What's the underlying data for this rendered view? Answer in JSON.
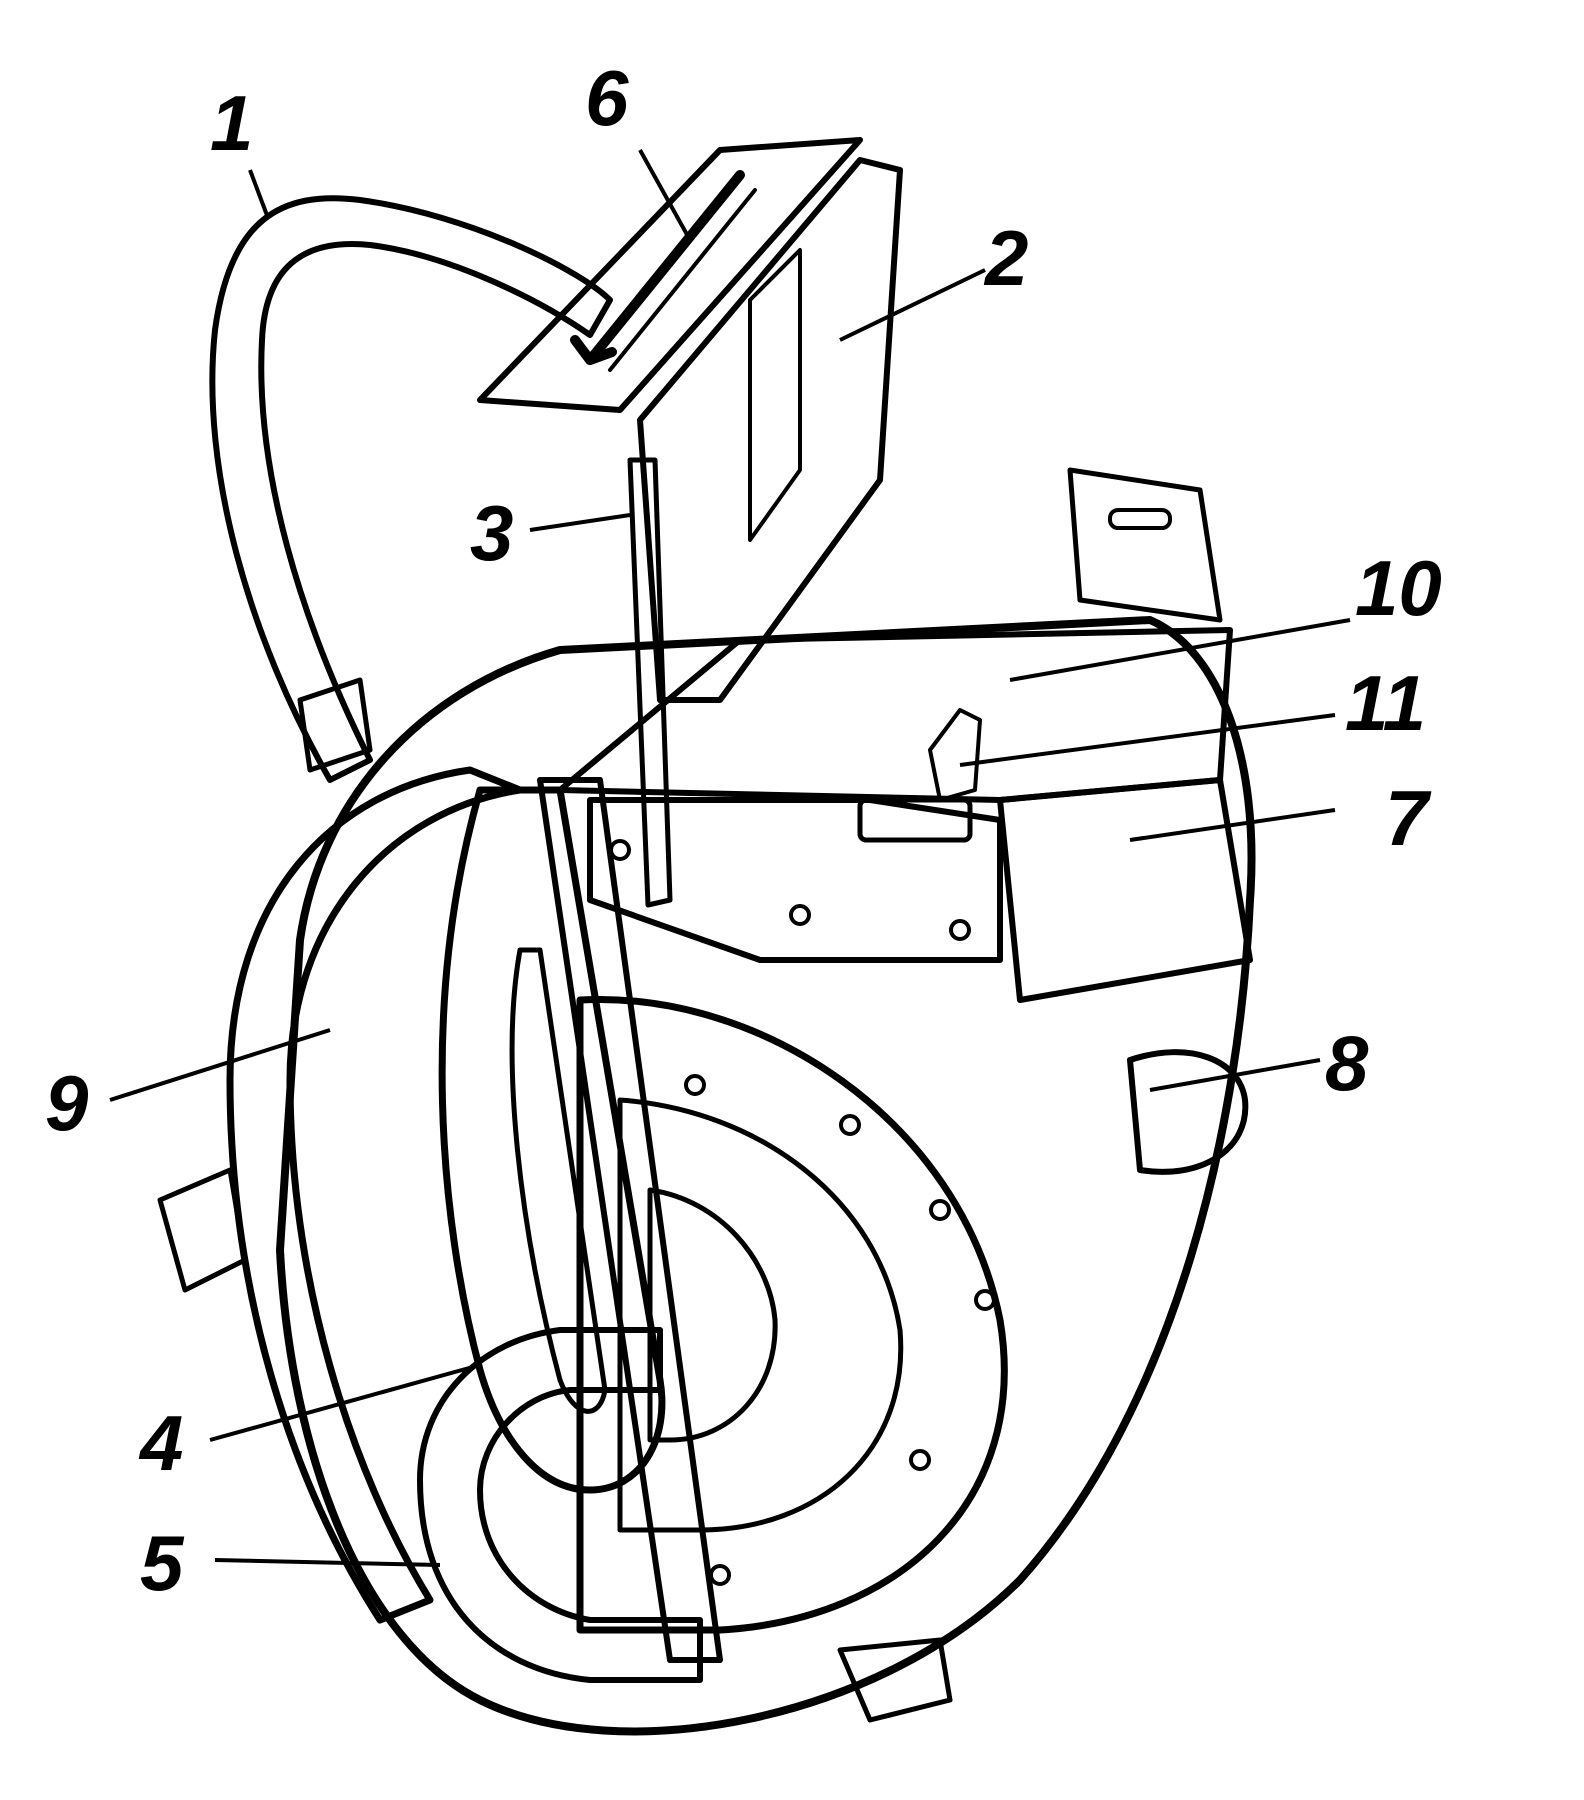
{
  "figure": {
    "ink_color": "#000000",
    "paper_color": "#ffffff",
    "callouts": [
      {
        "id": "1",
        "text": "1"
      },
      {
        "id": "2",
        "text": "2"
      },
      {
        "id": "3",
        "text": "3"
      },
      {
        "id": "4",
        "text": "4"
      },
      {
        "id": "5",
        "text": "5"
      },
      {
        "id": "6",
        "text": "6"
      },
      {
        "id": "7",
        "text": "7"
      },
      {
        "id": "8",
        "text": "8"
      },
      {
        "id": "9",
        "text": "9"
      },
      {
        "id": "10",
        "text": "10"
      },
      {
        "id": "11",
        "text": "11"
      }
    ]
  }
}
